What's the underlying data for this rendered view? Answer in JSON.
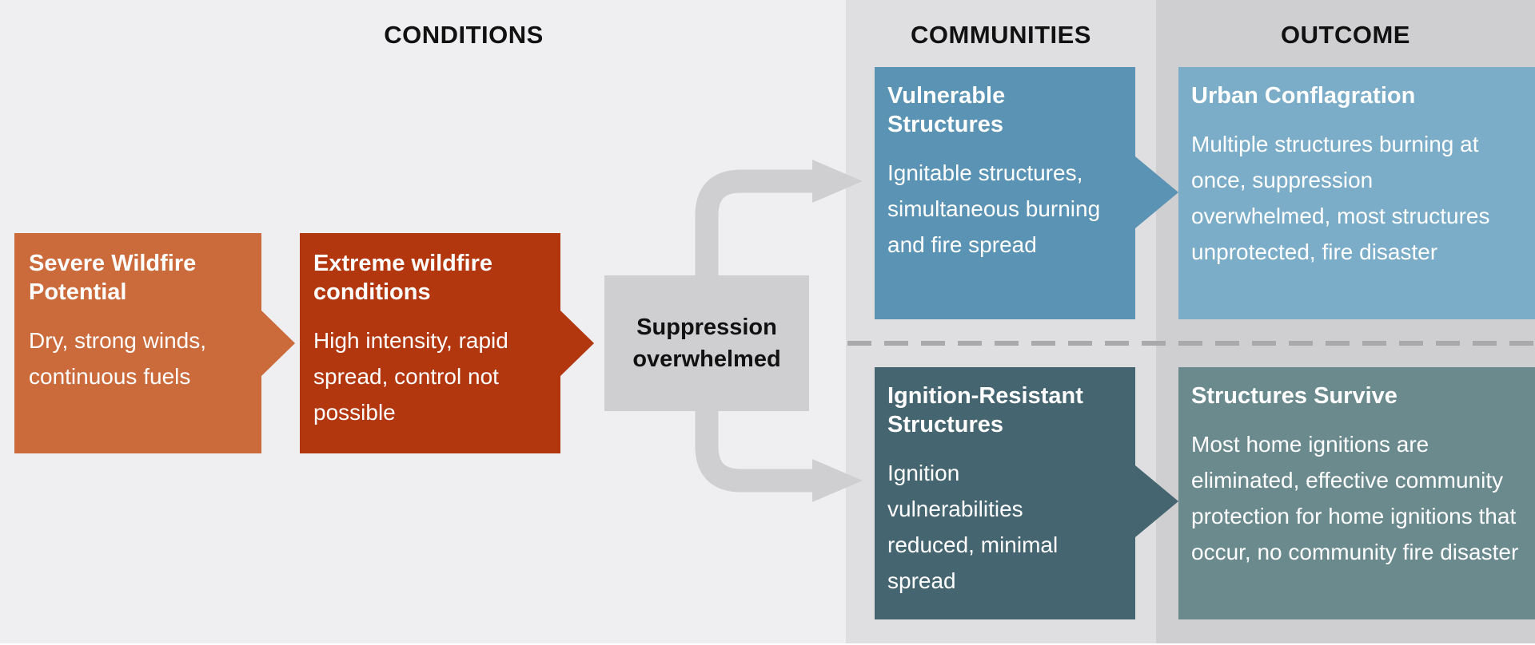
{
  "headers": {
    "conditions": "CONDITIONS",
    "communities": "COMMUNITIES",
    "outcome": "OUTCOME"
  },
  "boxes": {
    "severe": {
      "title": "Severe Wildfire Potential",
      "body": "Dry, strong winds, continuous fuels"
    },
    "extreme": {
      "title": "Extreme wildfire conditions",
      "body": "High intensity, rapid spread, control not possible"
    },
    "suppression": {
      "title": "Suppression overwhelmed"
    },
    "vulnerable": {
      "title": "Vulnerable Structures",
      "body": "Ignitable structures, simultaneous burning and fire spread"
    },
    "urban": {
      "title": "Urban Conflagration",
      "body": "Multiple structures burning at once, suppression overwhelmed, most structures unprotected, fire disaster"
    },
    "ignition_resistant": {
      "title": "Ignition-Resistant Structures",
      "body": "Ignition vulnerabilities reduced, minimal spread"
    },
    "survive": {
      "title": "Structures Survive",
      "body": "Most home ignitions are eliminated, effective community protection for home ignitions that occur, no community fire disaster"
    }
  },
  "colors": {
    "severe": "#cb6a3b",
    "extreme": "#b2370f",
    "vulnerable": "#5a93b3",
    "urban": "#7badc8",
    "ignition_resistant": "#456570",
    "survive": "#6a8a8e",
    "connector": "#cfcfd1"
  }
}
